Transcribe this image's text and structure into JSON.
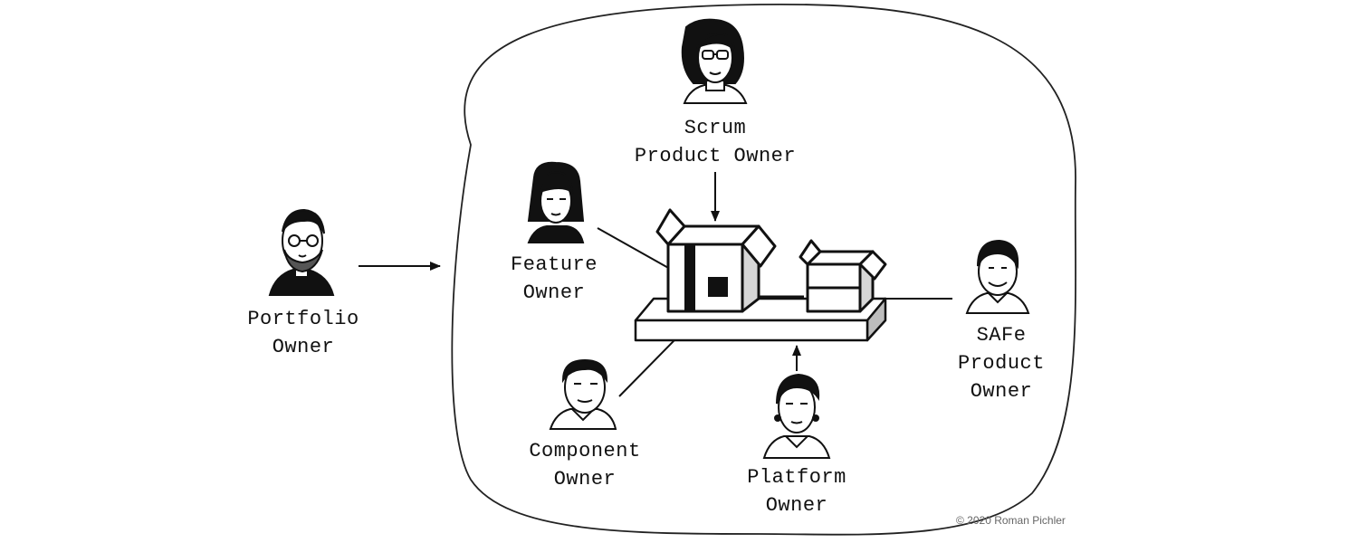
{
  "roles": {
    "portfolio": {
      "line1": "Portfolio",
      "line2": "Owner"
    },
    "scrum": {
      "line1": "Scrum",
      "line2": "Product Owner"
    },
    "feature": {
      "line1": "Feature",
      "line2": "Owner"
    },
    "component": {
      "line1": "Component",
      "line2": "Owner"
    },
    "platform": {
      "line1": "Platform",
      "line2": "Owner"
    },
    "safe": {
      "line1": "SAFe",
      "line2": "Product",
      "line3": "Owner"
    }
  },
  "icons": [
    "man-glasses-beard-icon",
    "woman-glasses-icon",
    "woman-bangs-icon",
    "man-collar-icon",
    "woman-earrings-icon",
    "man-smiling-icon",
    "product-box-large-icon",
    "product-box-small-icon",
    "platform-base-icon"
  ],
  "copyright": "© 2020 Roman Pichler"
}
